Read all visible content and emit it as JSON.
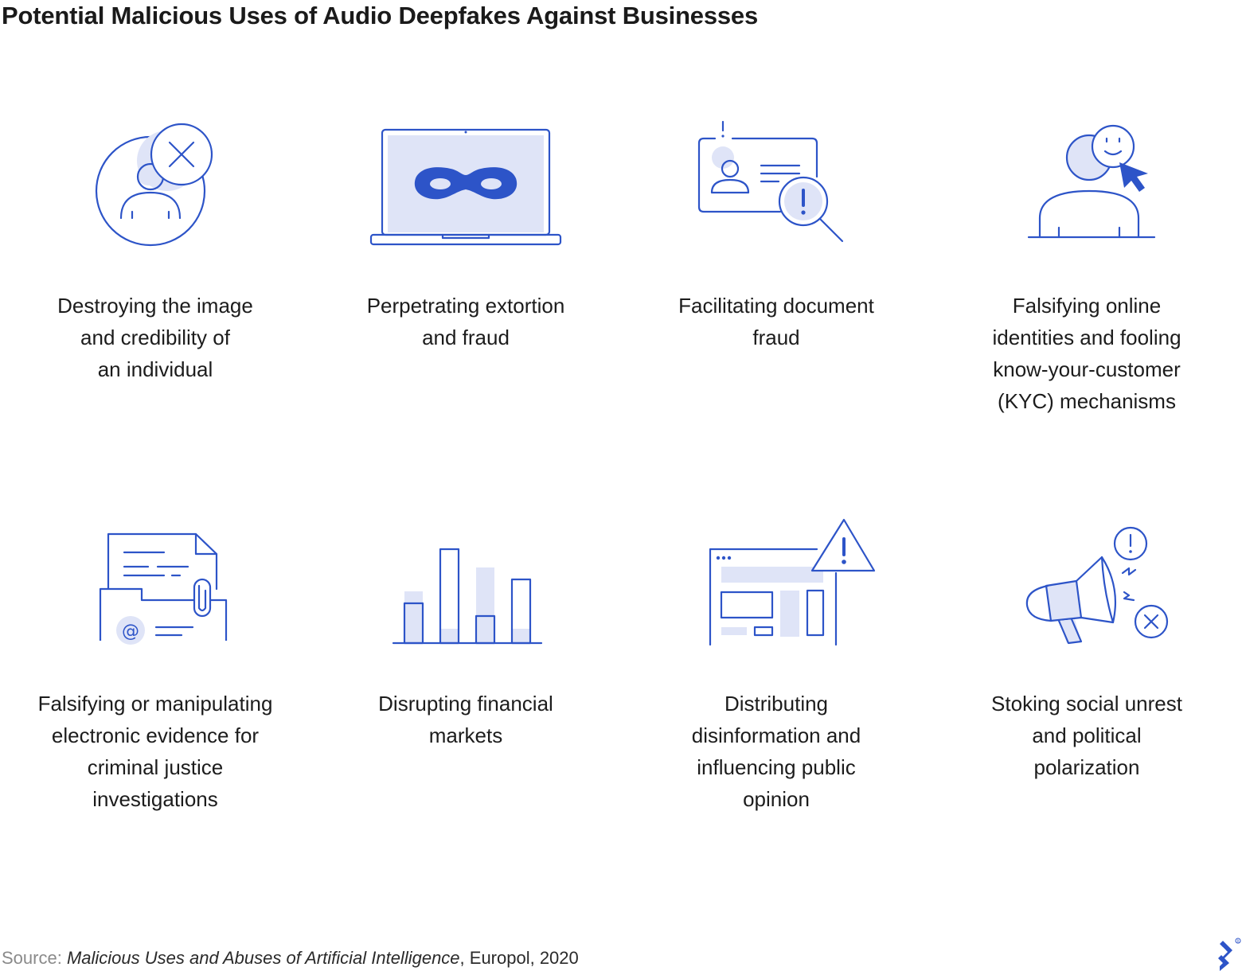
{
  "title": "Potential Malicious Uses of Audio Deepfakes Against Businesses",
  "items": [
    {
      "icon": "person-cross-icon",
      "lines": [
        "Destroying the image",
        "and credibility of",
        "an individual"
      ]
    },
    {
      "icon": "laptop-mask-icon",
      "lines": [
        "Perpetrating extortion",
        "and fraud"
      ]
    },
    {
      "icon": "id-card-magnifier-icon",
      "lines": [
        "Facilitating document",
        "fraud"
      ]
    },
    {
      "icon": "face-cursor-icon",
      "lines": [
        "Falsifying online",
        "identities and fooling",
        "know-your-customer",
        "(KYC) mechanisms"
      ]
    },
    {
      "icon": "documents-folder-icon",
      "lines": [
        "Falsifying or manipulating",
        "electronic evidence for",
        "criminal justice",
        "investigations"
      ]
    },
    {
      "icon": "bar-chart-icon",
      "lines": [
        "Disrupting financial",
        "markets"
      ]
    },
    {
      "icon": "browser-warning-icon",
      "lines": [
        "Distributing",
        "disinformation and",
        "influencing public",
        "opinion"
      ]
    },
    {
      "icon": "megaphone-icon",
      "lines": [
        "Stoking social unrest",
        "and political",
        "polarization"
      ]
    }
  ],
  "source": {
    "prefix": "Source: ",
    "work": "Malicious Uses and Abuses of Artificial Intelligence",
    "suffix": ", Europol, 2020"
  },
  "colors": {
    "accent": "#2d54c8",
    "accent_light": "#dfe4f7",
    "text": "#1c1c1c"
  }
}
